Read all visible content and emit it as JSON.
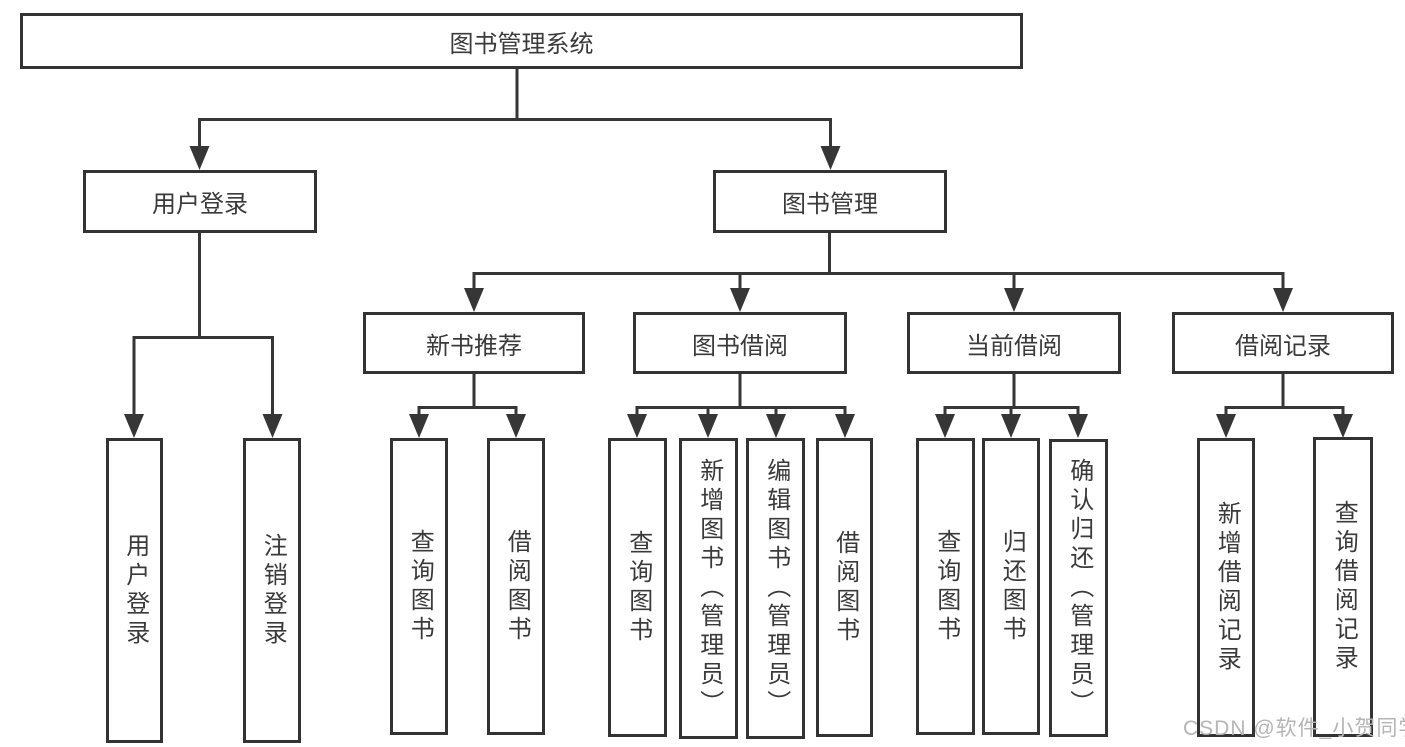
{
  "diagram": {
    "root": {
      "label": "图书管理系统"
    },
    "level2": [
      {
        "label": "用户登录"
      },
      {
        "label": "图书管理"
      }
    ],
    "level3": [
      {
        "label": "新书推荐"
      },
      {
        "label": "图书借阅"
      },
      {
        "label": "当前借阅"
      },
      {
        "label": "借阅记录"
      }
    ],
    "leaves": {
      "user": [
        "用户登录",
        "注销登录"
      ],
      "recommend": [
        "查询图书",
        "借阅图书"
      ],
      "borrow": [
        "查询图书",
        "新增图书（管理员）",
        "编辑图书（管理员）",
        "借阅图书"
      ],
      "current": [
        "查询图书",
        "归还图书",
        "确认归还（管理员）"
      ],
      "records": [
        "新增借阅记录",
        "查询借阅记录"
      ]
    },
    "colors": {
      "line": "#363636",
      "border": "#333333",
      "text": "#3a3a3a",
      "watermark": "#b5b5b5",
      "background": "#ffffff"
    },
    "watermark": "CSDN @软件_小贺同学"
  }
}
